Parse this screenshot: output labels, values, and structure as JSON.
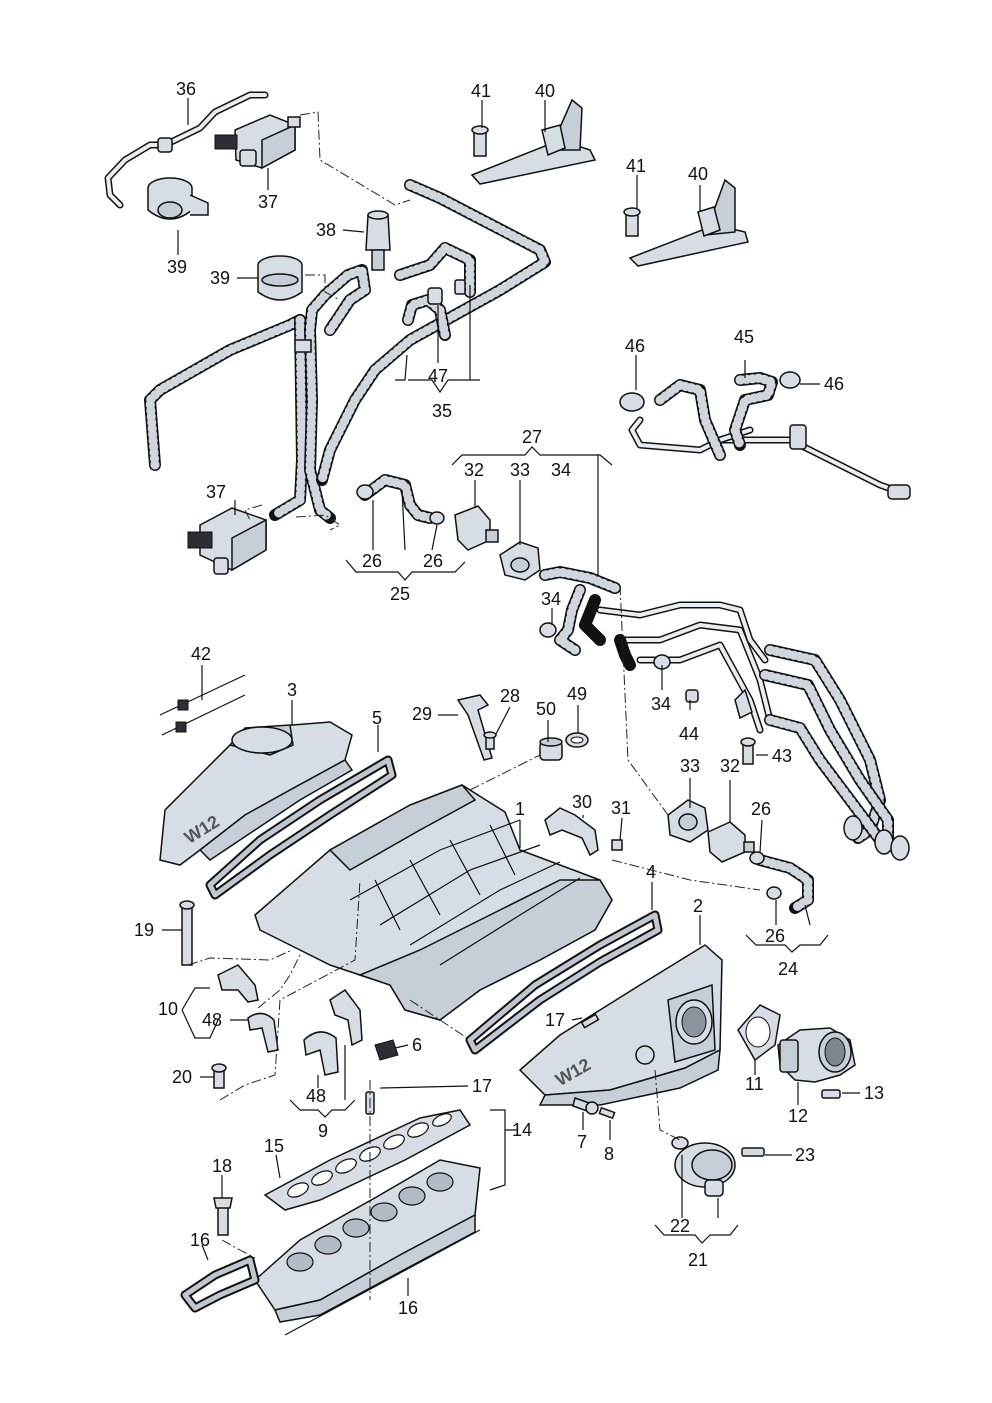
{
  "diagram": {
    "labels": [
      {
        "id": "l36",
        "text": "36"
      },
      {
        "id": "l37a",
        "text": "37"
      },
      {
        "id": "l39a",
        "text": "39"
      },
      {
        "id": "l41a",
        "text": "41"
      },
      {
        "id": "l40a",
        "text": "40"
      },
      {
        "id": "l41b",
        "text": "41"
      },
      {
        "id": "l40b",
        "text": "40"
      },
      {
        "id": "l38",
        "text": "38"
      },
      {
        "id": "l39b",
        "text": "39"
      },
      {
        "id": "l47",
        "text": "47"
      },
      {
        "id": "l35",
        "text": "35"
      },
      {
        "id": "l46a",
        "text": "46"
      },
      {
        "id": "l45",
        "text": "45"
      },
      {
        "id": "l46b",
        "text": "46"
      },
      {
        "id": "l37b",
        "text": "37"
      },
      {
        "id": "l27",
        "text": "27"
      },
      {
        "id": "l32a",
        "text": "32"
      },
      {
        "id": "l33a",
        "text": "33"
      },
      {
        "id": "l34a",
        "text": "34"
      },
      {
        "id": "l26a",
        "text": "26"
      },
      {
        "id": "l26b",
        "text": "26"
      },
      {
        "id": "l25",
        "text": "25"
      },
      {
        "id": "l34b",
        "text": "34"
      },
      {
        "id": "l34c",
        "text": "34"
      },
      {
        "id": "l44",
        "text": "44"
      },
      {
        "id": "l43",
        "text": "43"
      },
      {
        "id": "l42",
        "text": "42"
      },
      {
        "id": "l3",
        "text": "3"
      },
      {
        "id": "l5",
        "text": "5"
      },
      {
        "id": "l29",
        "text": "29"
      },
      {
        "id": "l28",
        "text": "28"
      },
      {
        "id": "l50",
        "text": "50"
      },
      {
        "id": "l49",
        "text": "49"
      },
      {
        "id": "l1",
        "text": "1"
      },
      {
        "id": "l30",
        "text": "30"
      },
      {
        "id": "l31",
        "text": "31"
      },
      {
        "id": "l33b",
        "text": "33"
      },
      {
        "id": "l32b",
        "text": "32"
      },
      {
        "id": "l26c",
        "text": "26"
      },
      {
        "id": "l26d",
        "text": "26"
      },
      {
        "id": "l24",
        "text": "24"
      },
      {
        "id": "l4",
        "text": "4"
      },
      {
        "id": "l2",
        "text": "2"
      },
      {
        "id": "l19",
        "text": "19"
      },
      {
        "id": "l10",
        "text": "10"
      },
      {
        "id": "l48a",
        "text": "48"
      },
      {
        "id": "l17a",
        "text": "17"
      },
      {
        "id": "l6",
        "text": "6"
      },
      {
        "id": "l11",
        "text": "11"
      },
      {
        "id": "l12",
        "text": "12"
      },
      {
        "id": "l13",
        "text": "13"
      },
      {
        "id": "l20",
        "text": "20"
      },
      {
        "id": "l48b",
        "text": "48"
      },
      {
        "id": "l9",
        "text": "9"
      },
      {
        "id": "l17b",
        "text": "17"
      },
      {
        "id": "l14",
        "text": "14"
      },
      {
        "id": "l7",
        "text": "7"
      },
      {
        "id": "l8",
        "text": "8"
      },
      {
        "id": "l23",
        "text": "23"
      },
      {
        "id": "l18",
        "text": "18"
      },
      {
        "id": "l15",
        "text": "15"
      },
      {
        "id": "l16a",
        "text": "16"
      },
      {
        "id": "l16b",
        "text": "16"
      },
      {
        "id": "l22",
        "text": "22"
      },
      {
        "id": "l21",
        "text": "21"
      }
    ],
    "part_markings": {
      "w12_left": "W12",
      "w12_right": "W12"
    }
  }
}
